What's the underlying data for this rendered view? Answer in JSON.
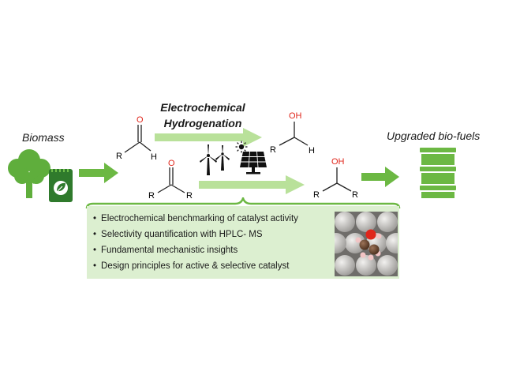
{
  "labels": {
    "biomass": "Biomass",
    "upgraded": "Upgraded bio-fuels",
    "title_line1": "Electrochemical",
    "title_line2": "Hydrogenation"
  },
  "molecules": {
    "aldehyde": {
      "o": "O",
      "r": "R",
      "h": "H"
    },
    "ketone": {
      "o": "O",
      "r1": "R",
      "r2": "R"
    },
    "alcohol_primary": {
      "oh": "OH",
      "r": "R",
      "h": "H"
    },
    "alcohol_secondary": {
      "oh": "OH",
      "r1": "R",
      "r2": "R"
    }
  },
  "bullets": [
    "Electrochemical benchmarking of catalyst activity",
    "Selectivity quantification with HPLC- MS",
    "Fundamental mechanistic insights",
    "Design principles for active & selective catalyst"
  ],
  "colors": {
    "green_dark": "#5fae3c",
    "green_light": "#b9e19a",
    "panel_bg": "#dcefd0",
    "oxygen": "#e0261b",
    "atom_grey": "#c8c6c3",
    "carbon": "#6a4630",
    "hydrogen": "#f2c4c4"
  },
  "icons": [
    "tree-icon",
    "bag-leaf-icon",
    "wind-turbine-icon",
    "sun-icon",
    "solar-panel-icon",
    "barrel-icon"
  ]
}
